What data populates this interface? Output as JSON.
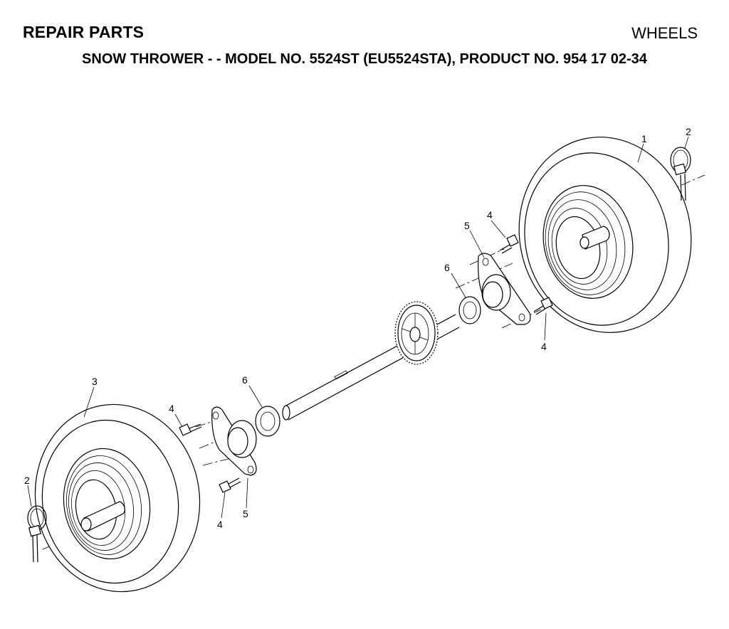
{
  "header": {
    "section_title": "REPAIR PARTS",
    "page_title": "WHEELS",
    "subtitle": "SNOW THROWER - - MODEL NO. 5524ST (EU5524STA), PRODUCT NO. 954 17 02-34"
  },
  "callouts": {
    "right_wheel": "1",
    "right_pin": "2",
    "left_wheel": "3",
    "left_pin": "2",
    "right_bolt_top": "4",
    "right_bolt_bottom": "4",
    "left_bolt_top": "4",
    "left_bolt_bottom": "4",
    "right_bracket": "5",
    "left_bracket": "5",
    "right_washer": "6",
    "left_washer": "6"
  }
}
